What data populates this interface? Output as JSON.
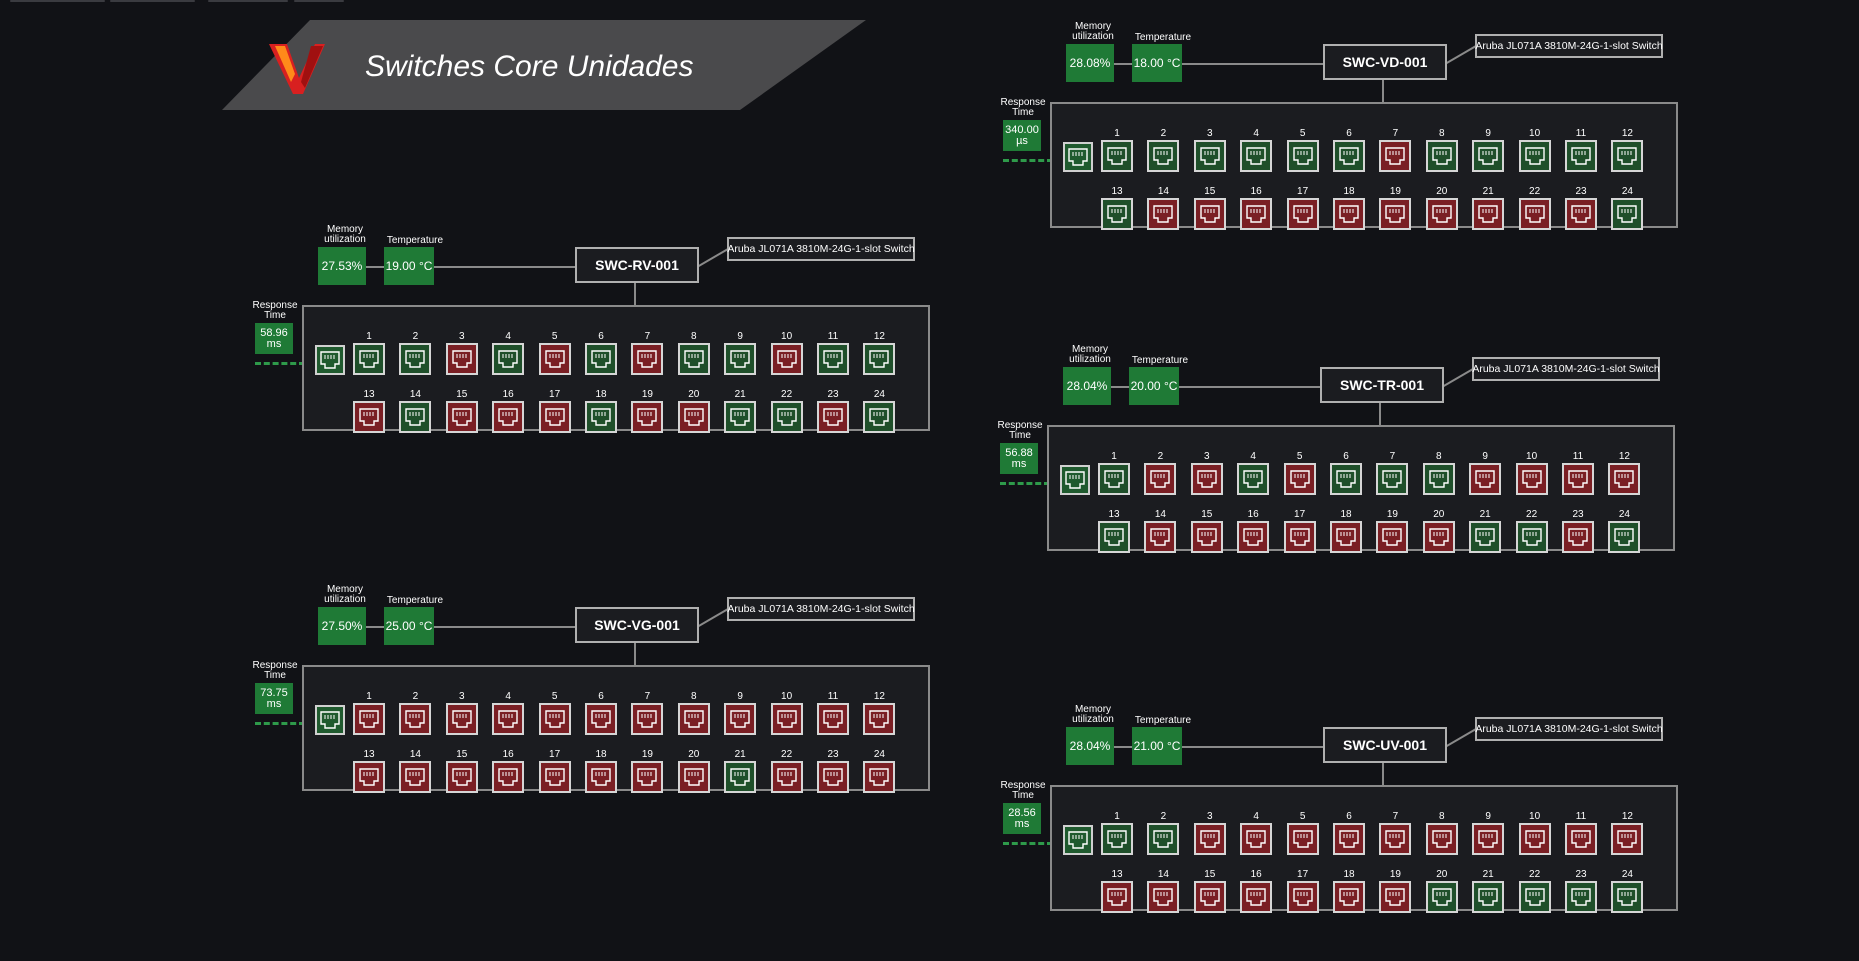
{
  "page": {
    "title": "Switches Core Unidades"
  },
  "labels": {
    "memory": "Memory utilization",
    "temperature": "Temperature",
    "response": "Response Time"
  },
  "colors": {
    "up": "#1f4f2a",
    "down": "#7a1f24",
    "metric": "#1f7a36"
  },
  "icons": {
    "logo": "brand-logo-icon",
    "port": "ethernet-port-icon"
  },
  "switches": [
    {
      "name": "SWC-VD-001",
      "model": "Aruba JL071A 3810M-24G-1-slot Switch",
      "memory": "28.08%",
      "temperature": "18.00 °C",
      "response": "340.00 µs",
      "ports": [
        "up",
        "up",
        "up",
        "up",
        "up",
        "up",
        "down",
        "up",
        "up",
        "up",
        "up",
        "up",
        "up",
        "down",
        "down",
        "down",
        "down",
        "down",
        "down",
        "down",
        "down",
        "down",
        "down",
        "up"
      ]
    },
    {
      "name": "SWC-RV-001",
      "model": "Aruba JL071A 3810M-24G-1-slot Switch",
      "memory": "27.53%",
      "temperature": "19.00 °C",
      "response": "58.96 ms",
      "ports": [
        "up",
        "up",
        "down",
        "up",
        "down",
        "up",
        "down",
        "up",
        "up",
        "down",
        "up",
        "up",
        "down",
        "up",
        "down",
        "down",
        "down",
        "up",
        "down",
        "down",
        "up",
        "up",
        "down",
        "up"
      ]
    },
    {
      "name": "SWC-TR-001",
      "model": "Aruba JL071A 3810M-24G-1-slot Switch",
      "memory": "28.04%",
      "temperature": "20.00 °C",
      "response": "56.88 ms",
      "ports": [
        "up",
        "down",
        "down",
        "up",
        "down",
        "up",
        "up",
        "up",
        "down",
        "down",
        "down",
        "down",
        "up",
        "down",
        "down",
        "down",
        "down",
        "down",
        "down",
        "down",
        "up",
        "up",
        "down",
        "up"
      ]
    },
    {
      "name": "SWC-VG-001",
      "model": "Aruba JL071A 3810M-24G-1-slot Switch",
      "memory": "27.50%",
      "temperature": "25.00 °C",
      "response": "73.75 ms",
      "ports": [
        "down",
        "down",
        "down",
        "down",
        "down",
        "down",
        "down",
        "down",
        "down",
        "down",
        "down",
        "down",
        "down",
        "down",
        "down",
        "down",
        "down",
        "down",
        "down",
        "down",
        "up",
        "down",
        "down",
        "down"
      ]
    },
    {
      "name": "SWC-UV-001",
      "model": "Aruba JL071A 3810M-24G-1-slot Switch",
      "memory": "28.04%",
      "temperature": "21.00 °C",
      "response": "28.56 ms",
      "ports": [
        "up",
        "up",
        "down",
        "down",
        "down",
        "down",
        "down",
        "down",
        "down",
        "down",
        "down",
        "down",
        "down",
        "down",
        "down",
        "down",
        "down",
        "down",
        "down",
        "up",
        "up",
        "up",
        "up",
        "up"
      ]
    }
  ]
}
